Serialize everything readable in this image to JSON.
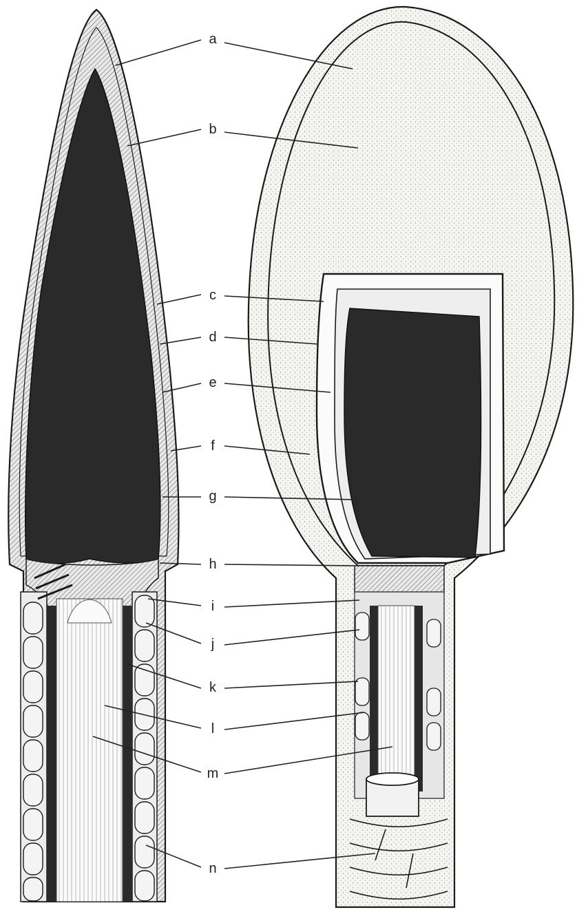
{
  "labels": [
    "a",
    "b",
    "c",
    "d",
    "e",
    "f",
    "g",
    "h",
    "i",
    "j",
    "k",
    "l",
    "m",
    "n"
  ],
  "colors": {
    "ink": "#1a1a1a",
    "cavity": "#2a2a2a",
    "stipple_fill": "#f1f1ee",
    "paper": "#ffffff"
  }
}
